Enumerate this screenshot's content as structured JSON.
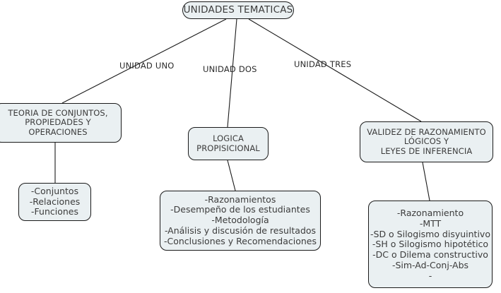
{
  "diagram": {
    "type": "concept-map",
    "title": "UNIDADES TEMATICAS",
    "background_color": "#ffffff",
    "node_fill": "#eaf0f2",
    "node_border": "#1a1a1a",
    "text_color": "#3c3c3c"
  },
  "root": {
    "label": "UNIDADES TEMATICAS"
  },
  "edge_labels": {
    "uno": "UNIDAD UNO",
    "dos": "UNIDAD DOS",
    "tres": "UNIDAD TRES"
  },
  "branches": [
    {
      "key": "uno",
      "title": "TEORIA DE CONJUNTOS,\nPROPIEDADES Y\nOPERACIONES",
      "items": "-Conjuntos\n-Relaciones\n-Funciones"
    },
    {
      "key": "dos",
      "title": "LOGICA\nPROPISICIONAL",
      "items": "-Razonamientos\n-Desempeño de los estudiantes\n-Metodología\n-Análisis y discusión de resultados\n-Conclusiones y Recomendaciones"
    },
    {
      "key": "tres",
      "title": "VALIDEZ DE RAZONAMIENTO\nLÓGICOS Y\nLEYES DE INFERENCIA",
      "items": "-Razonamiento\n-MTT\n-SD o Silogismo disyuintivo\n-SH o Silogismo hipotético\n-DC o Dilema constructivo\n-Sim-Ad-Conj-Abs\n-"
    }
  ]
}
